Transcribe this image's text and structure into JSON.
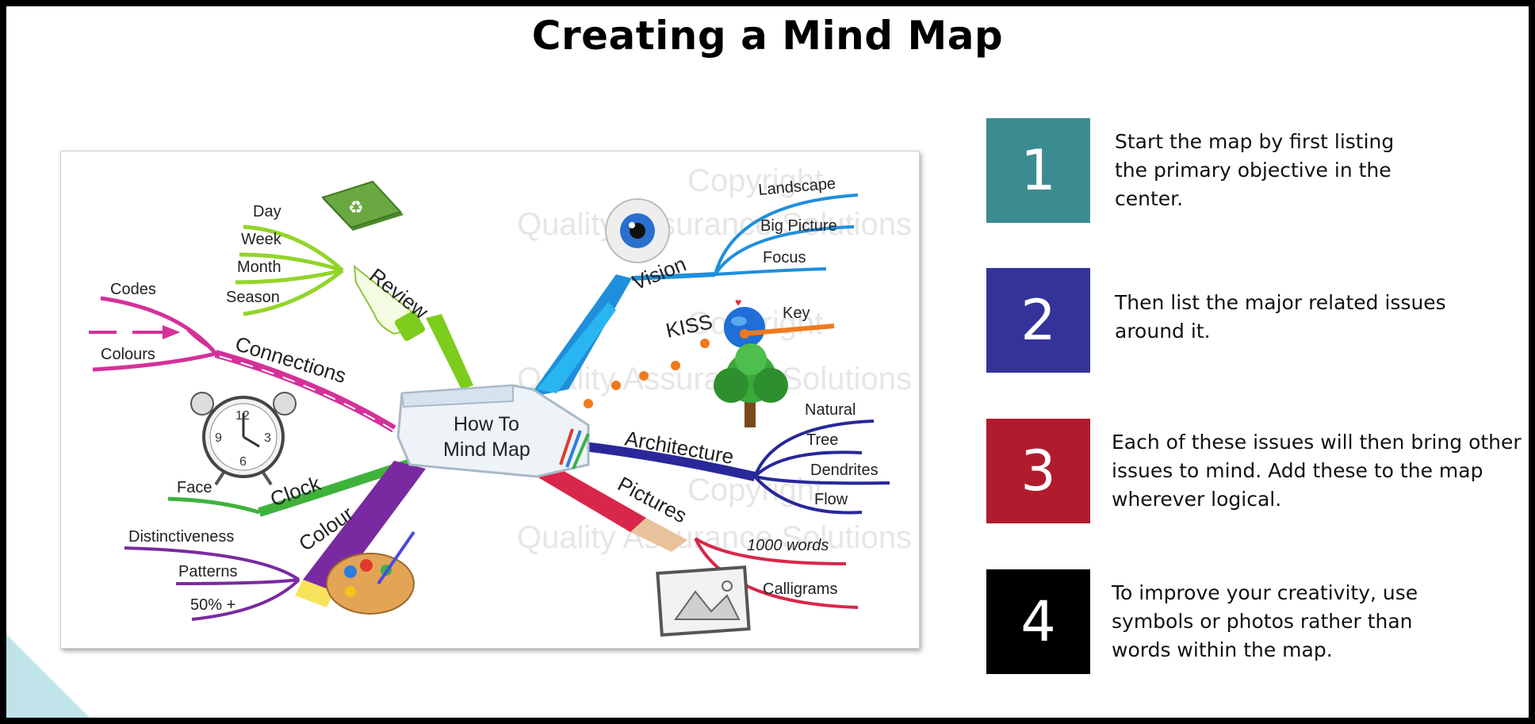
{
  "title": "Creating a Mind Map",
  "colors": {
    "step1": "#3b8c91",
    "step2": "#33339a",
    "step3": "#b01c2e",
    "step4": "#000000",
    "accent_corner": "#bfe3e8"
  },
  "mind_map": {
    "center": [
      "How To",
      "Mind Map"
    ],
    "review": {
      "label": "Review",
      "items": [
        "Day",
        "Week",
        "Month",
        "Season"
      ]
    },
    "connections": {
      "label": "Connections",
      "items": [
        "Codes",
        "Colours"
      ]
    },
    "clock": {
      "label": "Clock",
      "items": [
        "Face"
      ]
    },
    "colour": {
      "label": "Colour",
      "items": [
        "Distinctiveness",
        "Patterns",
        "50% +"
      ]
    },
    "vision": {
      "label": "Vision",
      "items": [
        "Landscape",
        "Big Picture",
        "Focus"
      ]
    },
    "kiss": {
      "label": "KISS",
      "items": [
        "Key"
      ]
    },
    "architecture": {
      "label": "Architecture",
      "items": [
        "Natural",
        "Tree",
        "Dendrites",
        "Flow"
      ]
    },
    "pictures": {
      "label": "Pictures",
      "items": [
        "1000 words",
        "Calligrams"
      ]
    },
    "clock_numbers": [
      "12",
      "3",
      "6",
      "9"
    ],
    "watermark": [
      "Copyright",
      "Quality Assurance Solutions"
    ]
  },
  "steps": [
    {
      "number": "1",
      "text_lines": [
        "Start the map by first listing",
        "the primary objective in the",
        "center."
      ]
    },
    {
      "number": "2",
      "text_lines": [
        "Then list the major related issues",
        "around it."
      ]
    },
    {
      "number": "3",
      "text_lines": [
        "Each of these issues will then bring other",
        "issues to mind. Add these to the map",
        "wherever logical."
      ]
    },
    {
      "number": "4",
      "text_lines": [
        "To improve your creativity, use",
        "symbols or photos rather than",
        "words within the map."
      ]
    }
  ]
}
